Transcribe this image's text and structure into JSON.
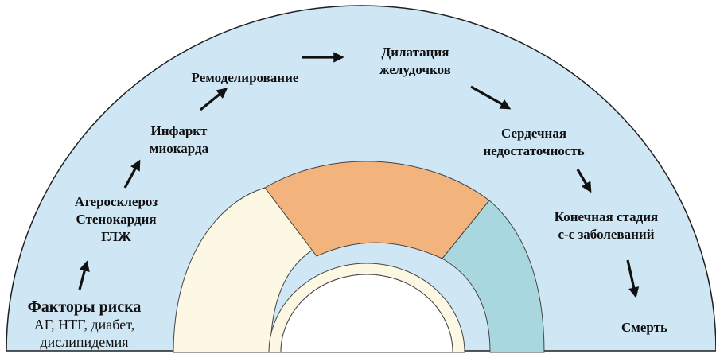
{
  "colors": {
    "background_arc": "#cfe6f5",
    "arc_border": "#1f1f1f",
    "segment_cream": "#fdf8e4",
    "segment_orange": "#f3b37c",
    "segment_blue": "#a9d7e0",
    "inner_ring": "#fdf8e4",
    "arrow": "#111111"
  },
  "stages": {
    "risk_factors": {
      "title": "Факторы риска",
      "line1": "АГ, НТГ, диабет,",
      "line2": "дислипидемия"
    },
    "atherosclerosis": {
      "line1": "Атеросклероз",
      "line2": "Стенокардия",
      "line3": "ГЛЖ"
    },
    "infarction": {
      "line1": "Инфаркт",
      "line2": "миокарда"
    },
    "remodeling": {
      "line1": "Ремоделирование"
    },
    "dilation": {
      "line1": "Дилатация",
      "line2": "желудочков"
    },
    "heart_failure": {
      "line1": "Сердечная",
      "line2": "недостаточность"
    },
    "end_stage": {
      "line1": "Конечная стадия",
      "line2": "с-с заболеваний"
    },
    "death": {
      "line1": "Смерть"
    }
  }
}
